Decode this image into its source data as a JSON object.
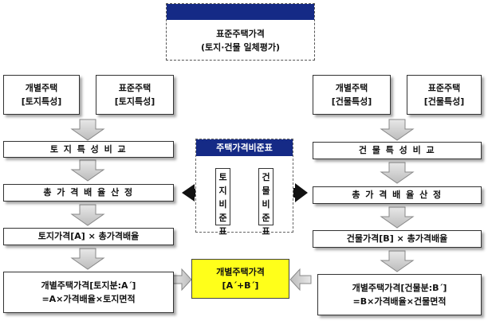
{
  "top": {
    "line1": "표준주택가격",
    "line2": "(토지·건물 일체평가)"
  },
  "left": {
    "individual": {
      "line1": "개별주택",
      "line2": "[토지특성]"
    },
    "standard": {
      "line1": "표준주택",
      "line2": "[토지특성]"
    },
    "compare": "토 지 특 성 비 교",
    "multiplier": "총 가 격 배 율 산 정",
    "formula": "토지가격[A] × 총가격배율",
    "result": {
      "line1": "개별주택가격[토지분:A΄]",
      "line2": "=A×가격배율×토지면적"
    }
  },
  "right": {
    "individual": {
      "line1": "개별주택",
      "line2": "[건물특성]"
    },
    "standard": {
      "line1": "표준주택",
      "line2": "[건물특성]"
    },
    "compare": "건 물 특 성 비 교",
    "multiplier": "총 가 격 배 율 산 정",
    "formula": "건물가격[B] × 총가격배율",
    "result": {
      "line1": "개별주택가격[건물분:B΄]",
      "line2": "=B×가격배율×건물면적"
    }
  },
  "center": {
    "title": "주택가격비준표",
    "land_table": [
      "토",
      "지",
      "비",
      "준",
      "표"
    ],
    "building_table": [
      "건",
      "물",
      "비",
      "준",
      "표"
    ]
  },
  "final": {
    "line1": "개별주택가격",
    "line2": "[A΄+B΄]"
  },
  "colors": {
    "header_navy": "#152a86",
    "highlight_yellow": "#ffff1a",
    "arrow_gray": "#cfcfcf"
  }
}
